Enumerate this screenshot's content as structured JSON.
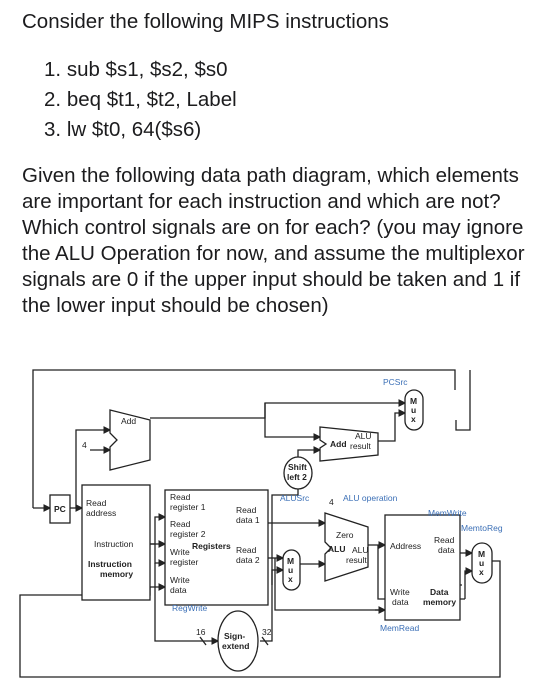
{
  "heading": "Consider the following MIPS instructions",
  "instructions": [
    {
      "num": "1.",
      "text": "sub $s1, $s2, $s0"
    },
    {
      "num": "2.",
      "text": "beq $t1, $t2, Label"
    },
    {
      "num": "3.",
      "text": "lw $t0, 64($s6)"
    }
  ],
  "question": "Given the following data path diagram, which elements are important for each instruction and which are not? Which control signals are on for each? (you may ignore the ALU Operation for now, and assume the multiplexor signals are 0 if the upper input should be taken and 1 if the lower input should be chosen)",
  "diagram": {
    "pc": "PC",
    "add1": "Add",
    "four": "4",
    "imem_read": "Read",
    "imem_address": "address",
    "imem_instruction": "Instruction",
    "imem_name1": "Instruction",
    "imem_name2": "memory",
    "rf_read_reg1_a": "Read",
    "rf_read_reg1_b": "register 1",
    "rf_read_reg2_a": "Read",
    "rf_read_reg2_b": "register 2",
    "rf_write_reg_a": "Write",
    "rf_write_reg_b": "register",
    "rf_write_data_a": "Write",
    "rf_write_data_b": "data",
    "rf_read_data1_a": "Read",
    "rf_read_data1_b": "data 1",
    "rf_read_data2_a": "Read",
    "rf_read_data2_b": "data 2",
    "rf_name": "Registers",
    "regwrite": "RegWrite",
    "sign_extend_a": "Sign-",
    "sign_extend_b": "extend",
    "bits16": "16",
    "bits32": "32",
    "shift_a": "Shift",
    "shift_b": "left 2",
    "add2_a": "Add",
    "add2_b": "ALU",
    "add2_c": "result",
    "pcsrc": "PCSrc",
    "alusrc": "ALUSrc",
    "alu_op_num": "4",
    "alu_operation": "ALU operation",
    "zero": "Zero",
    "alu": "ALU",
    "alu_result_a": "ALU",
    "alu_result_b": "result",
    "dmem_address": "Address",
    "dmem_read_a": "Read",
    "dmem_read_b": "data",
    "dmem_write_a": "Write",
    "dmem_write_b": "data",
    "dmem_name_a": "Data",
    "dmem_name_b": "memory",
    "memwrite": "MemWrite",
    "memtoreg": "MemtoReg",
    "memread": "MemRead",
    "mux_m": "M",
    "mux_u": "u",
    "mux_x": "x"
  }
}
